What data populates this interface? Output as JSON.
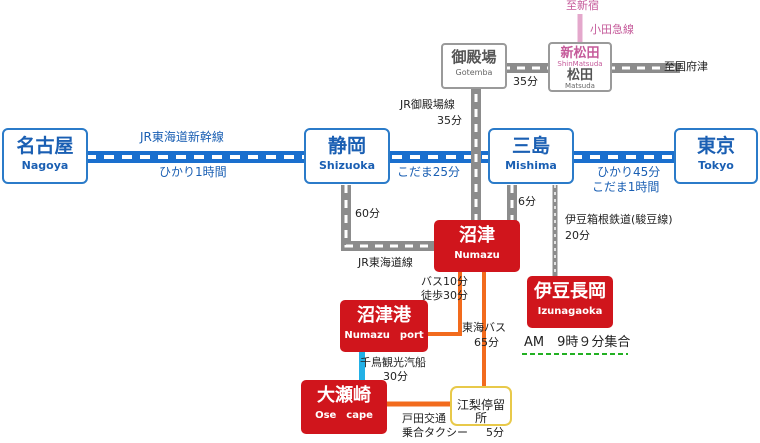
{
  "stations": {
    "nagoya": {
      "jp": "名古屋",
      "en": "Nagoya"
    },
    "shizuoka": {
      "jp": "静岡",
      "en": "Shizuoka"
    },
    "mishima": {
      "jp": "三島",
      "en": "Mishima"
    },
    "tokyo": {
      "jp": "東京",
      "en": "Tokyo"
    },
    "numazu": {
      "jp": "沼津",
      "en": "Numazu"
    },
    "gotemba": {
      "jp": "御殿場",
      "en": "Gotemba"
    },
    "shinmatsuda": {
      "jp": "新松田",
      "en": "ShinMatsuda"
    },
    "matsuda": {
      "jp": "松田",
      "en": "Matsuda"
    },
    "izunagaoka": {
      "jp": "伊豆長岡",
      "en": "Izunagaoka"
    },
    "numazu_port": {
      "jp": "沼津港",
      "en": "Numazu　port"
    },
    "ose_cape": {
      "jp": "大瀬崎",
      "en": "Ose　cape"
    },
    "heda": {
      "jp": "江梨停留所"
    }
  },
  "labels": {
    "to_shinjuku": "至新宿",
    "odakyu": "小田急線",
    "to_kozu": "至国府津",
    "gotemba_matsuda_time": "35分",
    "gotemba_line": "JR御殿場線",
    "gotemba_line_time": "35分",
    "tokaido_shinkansen": "JR東海道新幹線",
    "hikari_1h": "ひかり1時間",
    "kodama_25": "こだま25分",
    "hikari_45": "ひかり45分",
    "kodama_1h": "こだま1時間",
    "shizuoka_numazu_time": "60分",
    "tokaido_line": "JR東海道線",
    "mishima_numazu_time": "6分",
    "izuhakone_line": "伊豆箱根鉄道(駿豆線)",
    "izuhakone_time": "20分",
    "meeting_time": "AM　9時９分集合",
    "bus_10": "バス10分",
    "walk_30": "徒歩30分",
    "tokai_bus": "東海バス",
    "tokai_bus_time": "65分",
    "chidori_ship": "千鳥観光汽船",
    "chidori_time": "30分",
    "heda_kotsu": "戸田交通",
    "shared_taxi": "乗合タクシー",
    "taxi_time": "5分"
  },
  "colors": {
    "shinkansen": "#1a6fce",
    "jr_gray": "#8c8c8c",
    "bus": "#f26b1d",
    "ship": "#22b0e6",
    "odakyu": "#e4a8cc",
    "station_red": "#d0151c",
    "meeting_underline": "#22b022"
  }
}
